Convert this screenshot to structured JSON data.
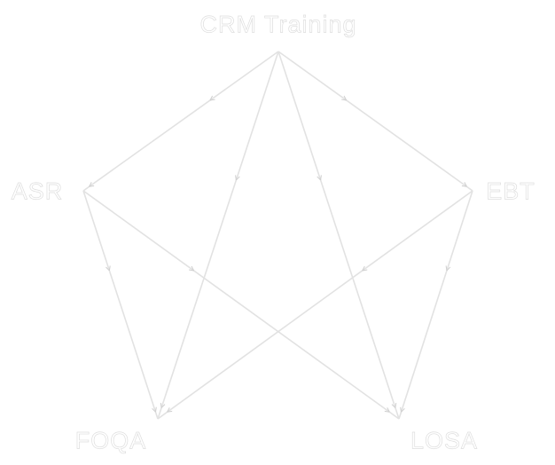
{
  "diagram": {
    "nodes": [
      {
        "id": "crm",
        "label": "CRM Training"
      },
      {
        "id": "asr",
        "label": "ASR"
      },
      {
        "id": "ebt",
        "label": "EBT"
      },
      {
        "id": "foqa",
        "label": "FOQA"
      },
      {
        "id": "losa",
        "label": "LOSA"
      }
    ],
    "edges": [
      {
        "from": "crm",
        "to": "asr"
      },
      {
        "from": "crm",
        "to": "ebt"
      },
      {
        "from": "crm",
        "to": "foqa"
      },
      {
        "from": "crm",
        "to": "losa"
      },
      {
        "from": "asr",
        "to": "foqa"
      },
      {
        "from": "asr",
        "to": "losa"
      },
      {
        "from": "ebt",
        "to": "foqa"
      },
      {
        "from": "ebt",
        "to": "losa"
      }
    ],
    "line_color": "#e2e2e2"
  }
}
